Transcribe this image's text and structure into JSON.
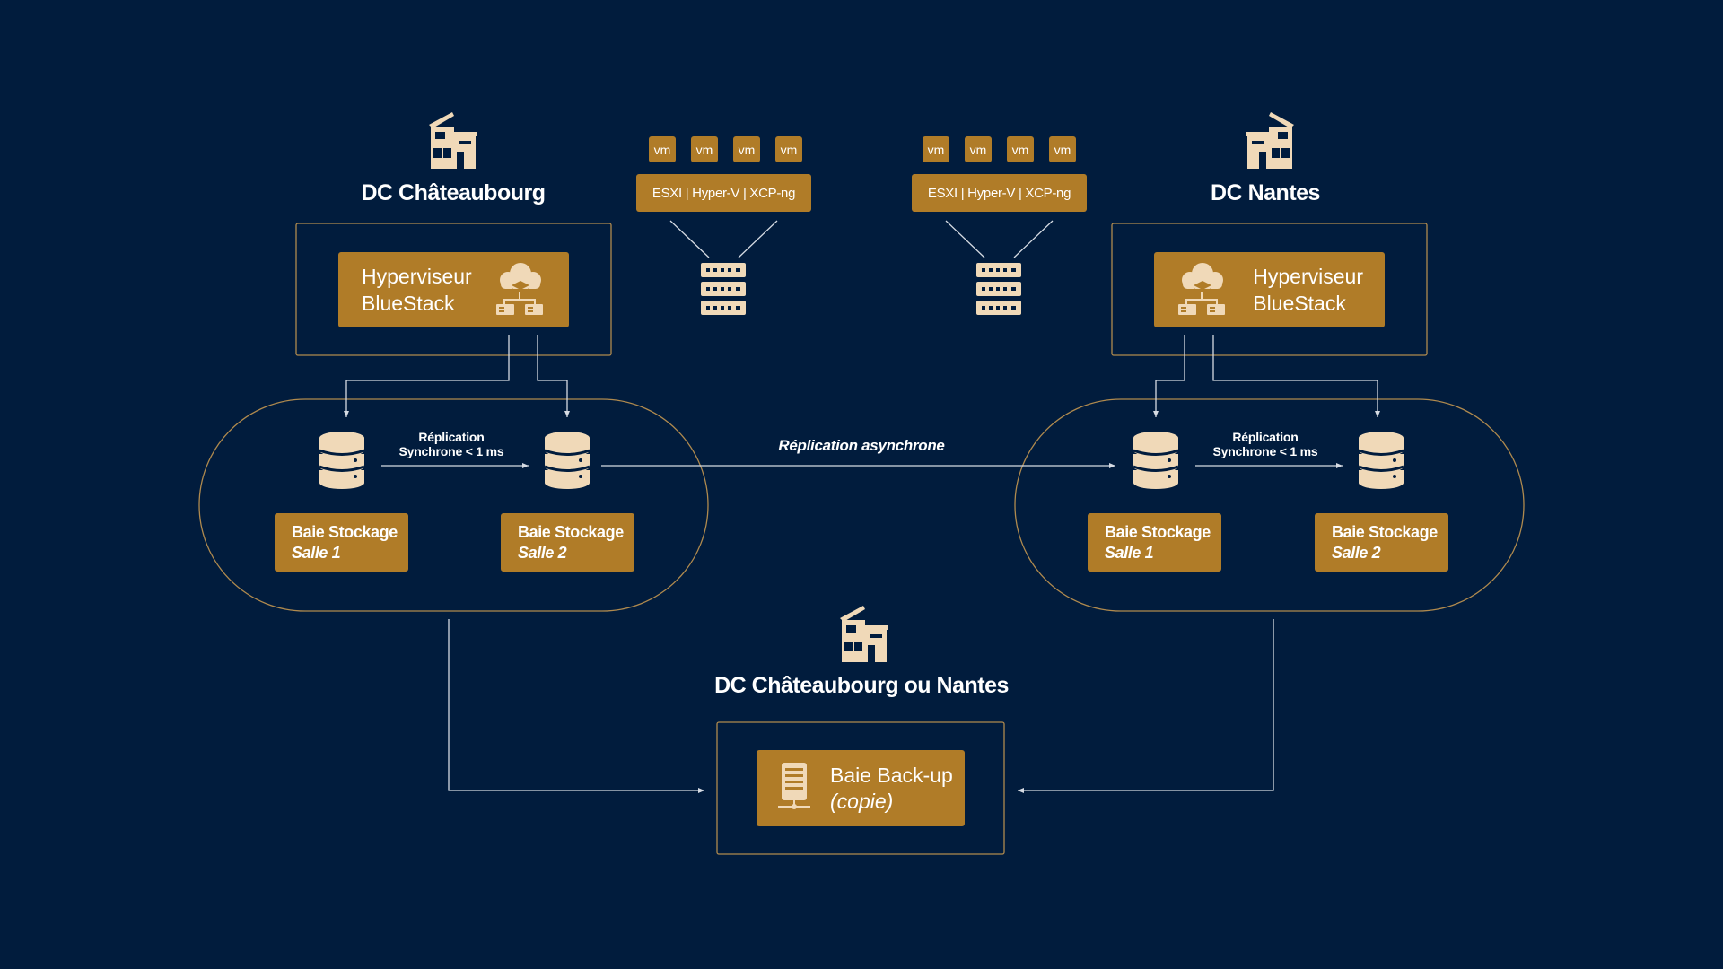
{
  "colors": {
    "background": "#011c3d",
    "accent": "#b07c28",
    "outline": "#b08a4e",
    "icon": "#f0d9b8",
    "line": "#d6dbe3"
  },
  "left_dc": {
    "title": "DC Châteaubourg",
    "hypervisor": {
      "line1": "Hyperviseur",
      "line2": "BlueStack",
      "icon": "cloud-network-icon"
    },
    "replication": {
      "line1": "Réplication",
      "line2": "Synchrone < 1 ms"
    },
    "storage": [
      {
        "title": "Baie Stockage",
        "sub": "Salle 1"
      },
      {
        "title": "Baie Stockage",
        "sub": "Salle 2"
      }
    ]
  },
  "right_dc": {
    "title": "DC Nantes",
    "hypervisor": {
      "line1": "Hyperviseur",
      "line2": "BlueStack",
      "icon": "cloud-network-icon"
    },
    "replication": {
      "line1": "Réplication",
      "line2": "Synchrone < 1 ms"
    },
    "storage": [
      {
        "title": "Baie Stockage",
        "sub": "Salle 1"
      },
      {
        "title": "Baie Stockage",
        "sub": "Salle 2"
      }
    ]
  },
  "virtualization": [
    {
      "vms": [
        "vm",
        "vm",
        "vm",
        "vm"
      ],
      "stack": "ESXI | Hyper-V | XCP-ng"
    },
    {
      "vms": [
        "vm",
        "vm",
        "vm",
        "vm"
      ],
      "stack": "ESXI | Hyper-V | XCP-ng"
    }
  ],
  "async_replication": "Réplication asynchrone",
  "backup_dc": {
    "title": "DC Châteaubourg ou Nantes",
    "box": {
      "line1": "Baie Back-up",
      "line2": "(copie)",
      "icon": "backup-server-icon"
    }
  }
}
